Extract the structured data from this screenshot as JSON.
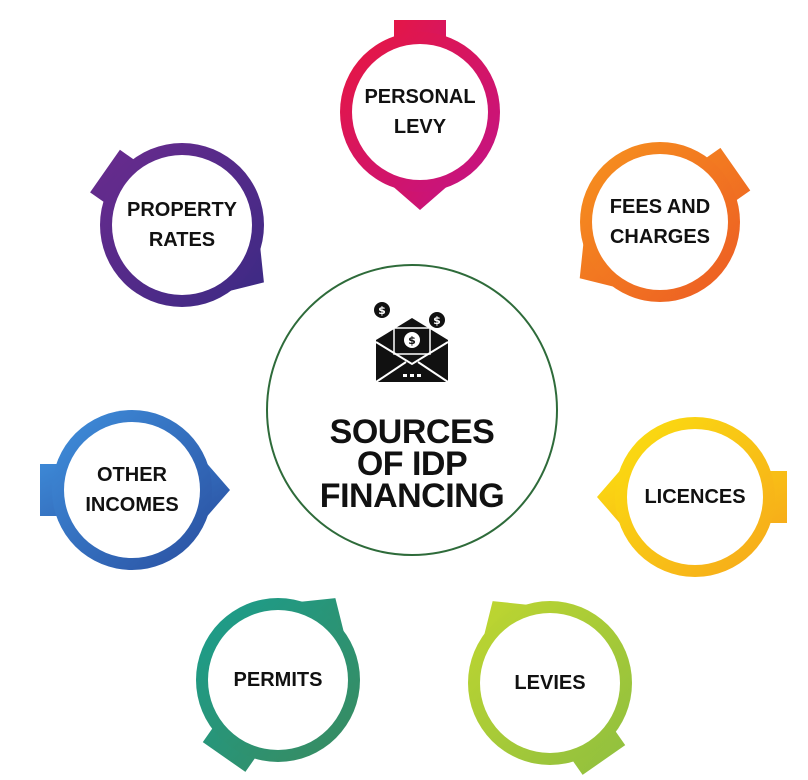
{
  "center": {
    "title": "SOURCES\nOF IDP\nFINANCING",
    "icon": "money-envelope-icon",
    "border_color": "#2e6b3a"
  },
  "nodes": [
    {
      "id": "personal-levy",
      "label": "PERSONAL\nLEVY",
      "color_a": "#e8173f",
      "color_b": "#c21387"
    },
    {
      "id": "fees-and-charges",
      "label": "FEES AND\nCHARGES",
      "color_a": "#f7931e",
      "color_b": "#ec5a24"
    },
    {
      "id": "licences",
      "label": "LICENCES",
      "color_a": "#fbe010",
      "color_b": "#f6a71b"
    },
    {
      "id": "levies",
      "label": "LEVIES",
      "color_a": "#bfd630",
      "color_b": "#8fbf3f"
    },
    {
      "id": "permits",
      "label": "PERMITS",
      "color_a": "#1a9e8e",
      "color_b": "#3a8a5e"
    },
    {
      "id": "other-incomes",
      "label": "OTHER\nINCOMES",
      "color_a": "#3f8fdc",
      "color_b": "#2a4fa0"
    },
    {
      "id": "property-rates",
      "label": "PROPERTY\nRATES",
      "color_a": "#6a2b8e",
      "color_b": "#3c2a84"
    }
  ]
}
